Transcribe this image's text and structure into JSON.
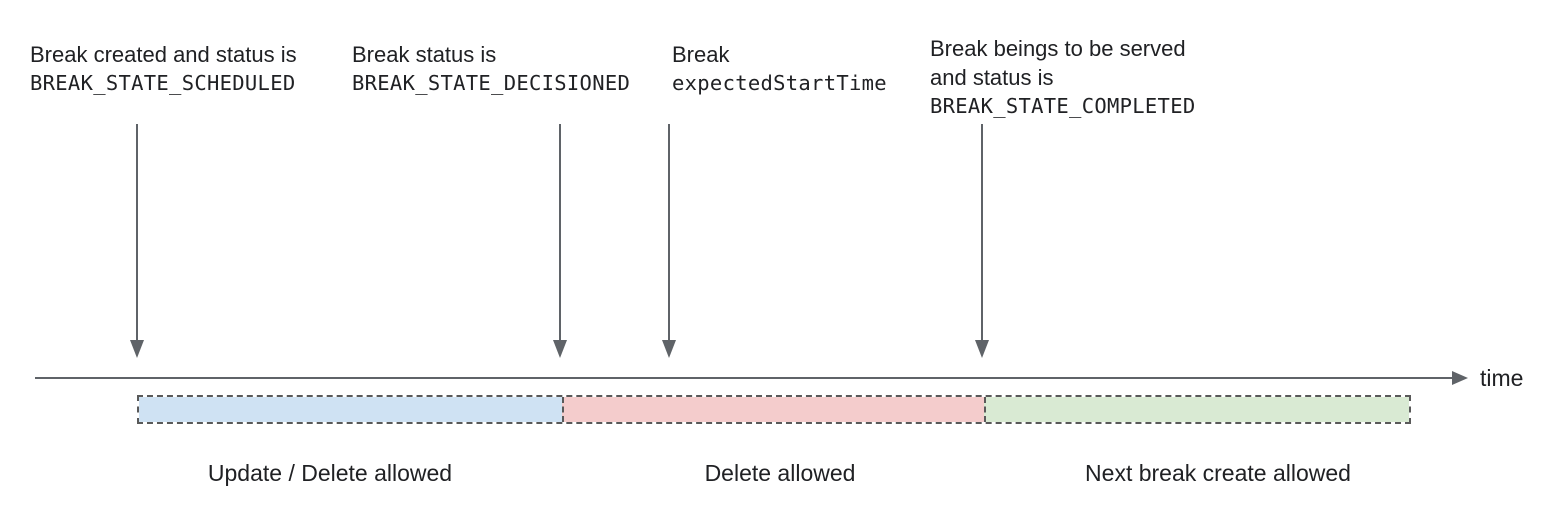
{
  "annotations": [
    {
      "text_lines": [
        "Break created and status is"
      ],
      "code_line": "BREAK_STATE_SCHEDULED"
    },
    {
      "text_lines": [
        "Break status is"
      ],
      "code_line": "BREAK_STATE_DECISIONED"
    },
    {
      "text_lines": [
        "Break"
      ],
      "code_line": "expectedStartTime"
    },
    {
      "text_lines": [
        "Break beings to be served",
        "and status is"
      ],
      "code_line": "BREAK_STATE_COMPLETED"
    }
  ],
  "timeline": {
    "axis_label": "time",
    "segments": [
      {
        "label": "Update / Delete allowed",
        "fill": "#cfe2f3"
      },
      {
        "label": "Delete allowed",
        "fill": "#f4cccc"
      },
      {
        "label": "Next break create allowed",
        "fill": "#d9ead3"
      }
    ],
    "colors": {
      "arrow": "#5f6368",
      "axis": "#5f6368",
      "segment_border": "#595959",
      "text": "#202124"
    }
  }
}
